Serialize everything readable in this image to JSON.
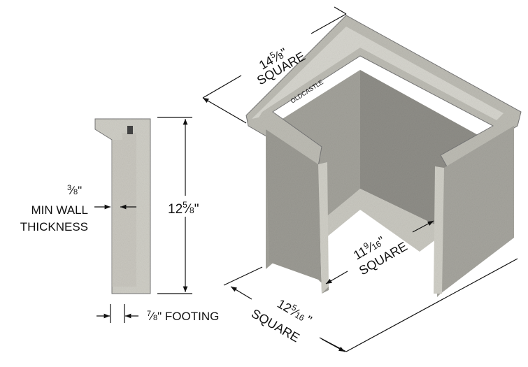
{
  "dimensions": {
    "overall_square": {
      "whole": "14",
      "num": "5",
      "den": "8",
      "unit": "\"",
      "label": "SQUARE"
    },
    "height": {
      "whole": "12",
      "num": "5",
      "den": "8",
      "unit": "\""
    },
    "min_wall": {
      "num": "3",
      "den": "8",
      "unit": "\"",
      "line1": "MIN WALL",
      "line2": "THICKNESS"
    },
    "footing": {
      "num": "7",
      "den": "8",
      "unit": "\"",
      "label": "FOOTING"
    },
    "inner_square": {
      "whole": "11",
      "num": "9",
      "den": "16",
      "unit": "\"",
      "label": "SQUARE"
    },
    "base_square": {
      "whole": "12",
      "num": "5",
      "den": "16",
      "unit": "\"",
      "label": "SQUARE"
    }
  },
  "logo": "OLDCASTLE",
  "colors": {
    "concrete": "#b9b8b0",
    "concrete_dark": "#8f8e88",
    "concrete_light": "#d3d2cb",
    "line": "#111111"
  }
}
